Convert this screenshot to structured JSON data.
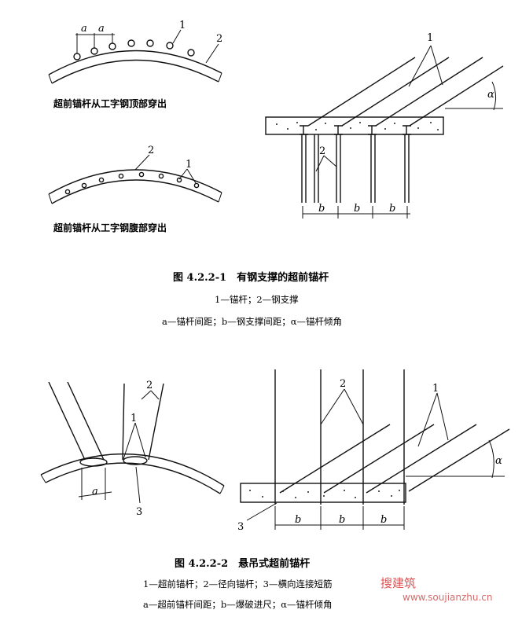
{
  "figure1": {
    "sub_top_label_a1": "a",
    "sub_top_label_a2": "a",
    "sub_top_label_1": "1",
    "sub_top_label_2": "2",
    "sub_top_caption": "超前锚杆从工字钢顶部穿出",
    "sub_mid_label_2": "2",
    "sub_mid_label_1": "1",
    "sub_mid_caption": "超前锚杆从工字钢腹部穿出",
    "right_label_1": "1",
    "right_label_alpha": "α",
    "right_label_2": "2",
    "right_label_b1": "b",
    "right_label_b2": "b",
    "right_label_b3": "b",
    "caption_title": "图 4.2.2-1　有钢支撑的超前锚杆",
    "caption_line1": "1—锚杆；2—钢支撑",
    "caption_line2": "a—锚杆间距；b—钢支撑间距；α—锚杆倾角"
  },
  "figure2": {
    "left_label_2": "2",
    "left_label_1": "1",
    "left_label_a": "a",
    "left_label_3": "3",
    "right_label_2": "2",
    "right_label_1": "1",
    "right_label_alpha": "α",
    "right_label_3": "3",
    "right_label_b1": "b",
    "right_label_b2": "b",
    "right_label_b3": "b",
    "caption_title": "图 4.2.2-2　悬吊式超前锚杆",
    "caption_line1": "1—超前锚杆；2—径向锚杆；3—横向连接短筋",
    "caption_line2": "a—超前锚杆间距；b—爆破进尺；α—锚杆倾角"
  },
  "watermark": {
    "text": "搜建筑",
    "url": "www.soujianzhu.cn"
  }
}
